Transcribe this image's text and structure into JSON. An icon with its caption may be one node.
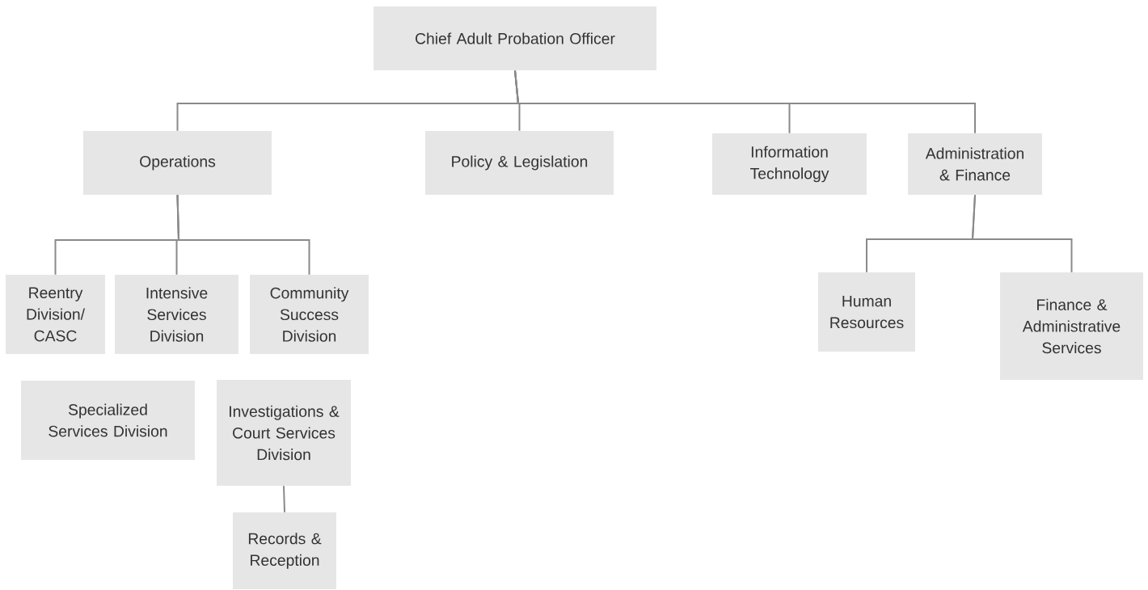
{
  "diagram": {
    "nodes": [
      {
        "text": [
          "Chief Adult Probation Officer"
        ]
      },
      {
        "text": [
          "Operations"
        ]
      },
      {
        "text": [
          "Policy & Legislation"
        ]
      },
      {
        "text": [
          "Information Technology"
        ]
      },
      {
        "text": [
          "Administration & Finance"
        ]
      },
      {
        "text": [
          "Reentry Division/ CASC"
        ]
      },
      {
        "text": [
          "Intensive Services Division"
        ]
      },
      {
        "text": [
          "Community Success Division"
        ]
      },
      {
        "text": [
          "Specialized Services Division"
        ]
      },
      {
        "text": [
          "Investigations & Court Services Division"
        ]
      },
      {
        "text": [
          "Records & Reception"
        ]
      },
      {
        "text": [
          "Human Resources"
        ]
      },
      {
        "text": [
          "Finance & Administrative Services"
        ]
      }
    ],
    "edges": [
      {
        "from": 0,
        "to": 1,
        "arrow": "none"
      },
      {
        "from": 0,
        "to": 2,
        "arrow": "none"
      },
      {
        "from": 0,
        "to": 3,
        "arrow": "none"
      },
      {
        "from": 0,
        "to": 4,
        "arrow": "none"
      },
      {
        "from": 1,
        "to": 5,
        "arrow": "none"
      },
      {
        "from": 1,
        "to": 6,
        "arrow": "none"
      },
      {
        "from": 1,
        "to": 7,
        "arrow": "none"
      },
      {
        "from": 9,
        "to": 10,
        "arrow": "none"
      },
      {
        "from": 4,
        "to": 11,
        "arrow": "none"
      },
      {
        "from": 4,
        "to": 12,
        "arrow": "none"
      }
    ]
  }
}
